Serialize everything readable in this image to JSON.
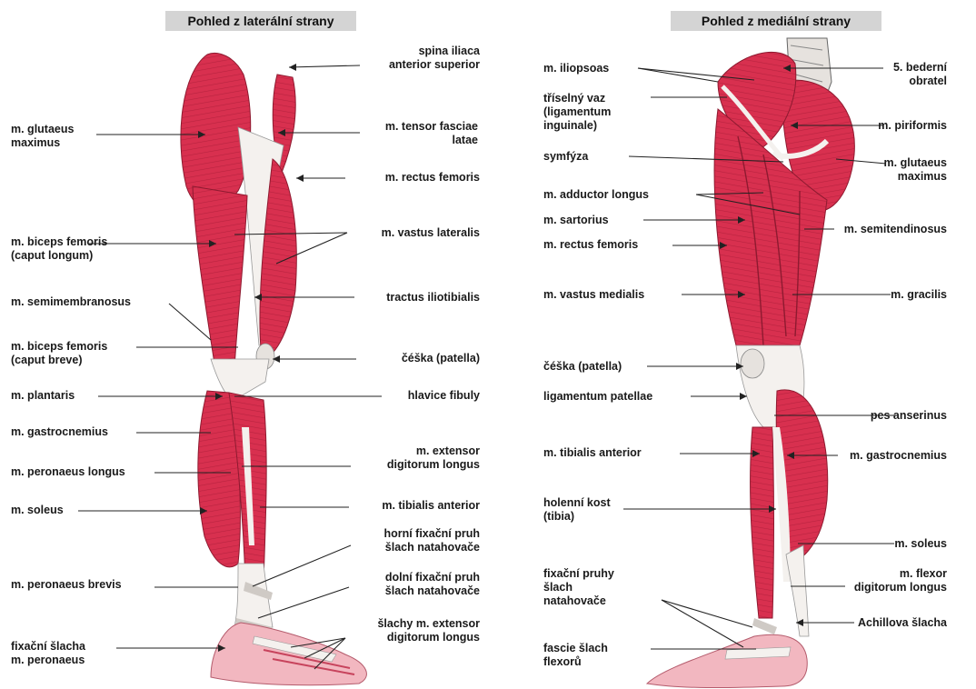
{
  "views": {
    "lateral": {
      "title": "Pohled z laterální strany",
      "labels": {
        "spina": "spina iliaca\nanterior superior",
        "glutaeus": "m. glutaeus\nmaximus",
        "tensor": "m. tensor fasciae\nlatae",
        "rectus": "m. rectus femoris",
        "biceps_longum": "m. biceps femoris\n(caput longum)",
        "vastus_lat": "m. vastus lateralis",
        "semimembranosus": "m. semimembranosus",
        "tractus": "tractus iliotibialis",
        "biceps_breve": "m. biceps femoris\n(caput breve)",
        "patella": "čéška  (patella)",
        "plantaris": "m.  plantaris",
        "fibula": "hlavice fibuly",
        "gastro": "m. gastrocnemius",
        "ext_dig": "m. extensor\ndigitorum longus",
        "peron_longus": "m. peronaeus longus",
        "soleus": "m. soleus",
        "tib_ant": "m. tibialis anterior",
        "horni": "horní fixační pruh\nšlach natahovače",
        "peron_brevis": "m. peronaeus brevis",
        "dolni": "dolní  fixační pruh\nšlach natahovače",
        "slachy_ext": "šlachy m. extensor\ndigitorum longus",
        "fix_peron": "fixační šlacha\nm. peronaeus"
      }
    },
    "medial": {
      "title": "Pohled  z mediální  strany",
      "labels": {
        "iliopsoas": "m. iliopsoas",
        "bederni": "5. bederní\nobratel",
        "trisel": "tříselný  vaz\n(ligamentum\ninguinale)",
        "piriformis": "m. piriformis",
        "symfyza": "symfýza",
        "glutaeus": "m. glutaeus\nmaximus",
        "adductor": "m. adductor longus",
        "sartorius": "m. sartorius",
        "semitend": "m. semitendinosus",
        "rectus": "m. rectus femoris",
        "vastus_med": "m. vastus medialis",
        "gracilis": "m. gracilis",
        "patella": "čéška (patella)",
        "lig_pat": "ligamentum patellae",
        "pes": "pes anserinus",
        "tib_ant": "m. tibialis anterior",
        "gastro": "m. gastrocnemius",
        "tibia": "holenní kost\n(tibia)",
        "soleus": "m. soleus",
        "flexor": "m. flexor\ndigitorum longus",
        "fix_pruhy": "fixační pruhy\nšlach\nnatahovače",
        "achill": "Achillova šlacha",
        "fascie": "fascie  šlach\nflexorů"
      }
    }
  },
  "colors": {
    "muscle": "#d8304f",
    "muscle_dark": "#a81e3a",
    "tendon": "#f4f1ee",
    "bone": "#e6e2de",
    "foot": "#f2b7c0"
  }
}
